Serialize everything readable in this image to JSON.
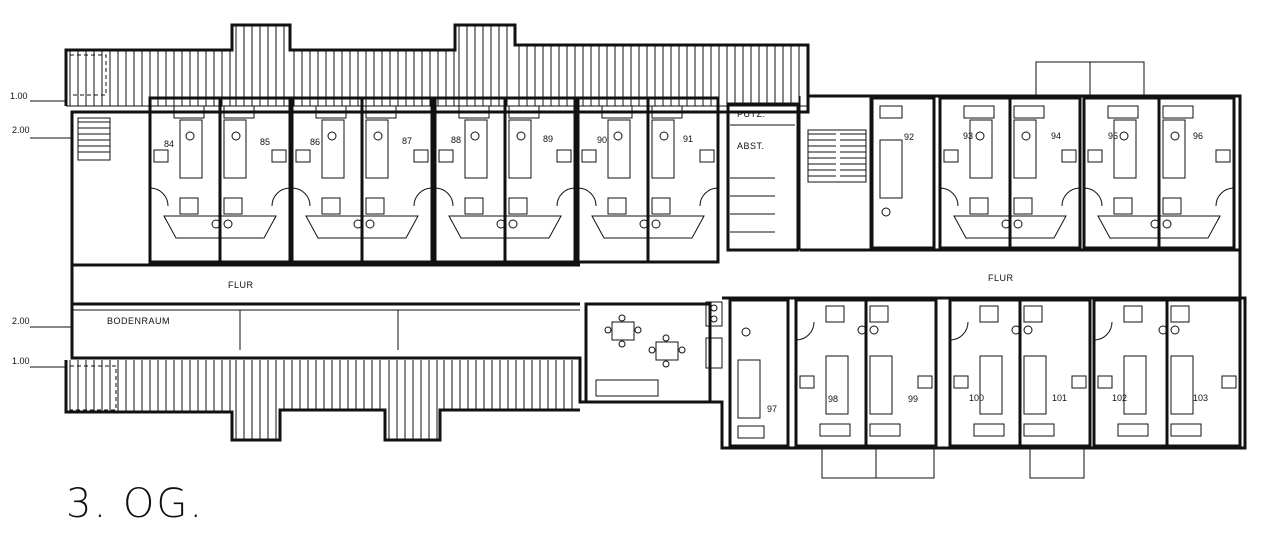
{
  "floor_title": "3. OG.",
  "corridor_labels": [
    "FLUR",
    "FLUR"
  ],
  "attic_label": "BODENRAUM",
  "service_labels": [
    "PUTZ.",
    "ABST."
  ],
  "level_marks": [
    "1.00",
    "2.00",
    "2.00",
    "1.00"
  ],
  "rooms_north": [
    "84",
    "85",
    "86",
    "87",
    "88",
    "89",
    "90",
    "91",
    "92",
    "93",
    "94",
    "95",
    "96"
  ],
  "rooms_south": [
    "97",
    "98",
    "99",
    "100",
    "101",
    "102",
    "103"
  ]
}
